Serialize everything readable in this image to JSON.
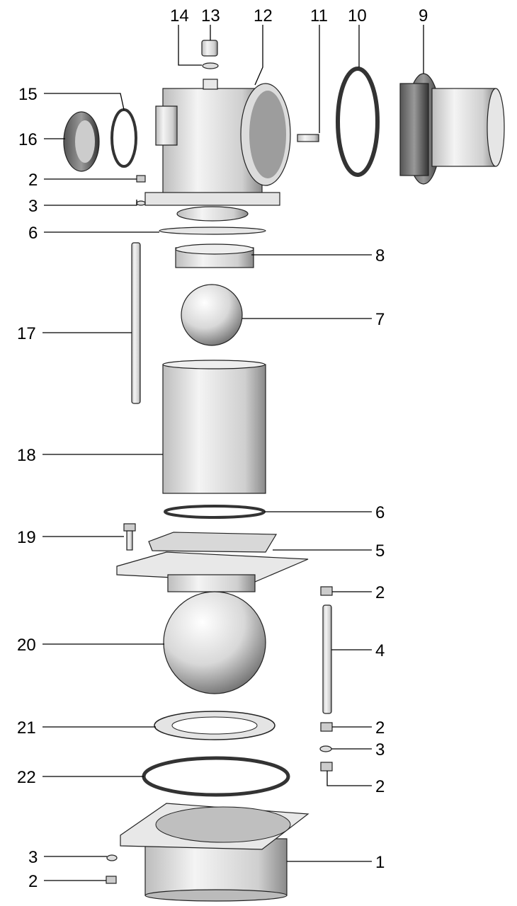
{
  "diagram": {
    "title": "Exploded view of valve assembly",
    "callouts": [
      "14",
      "13",
      "12",
      "11",
      "10",
      "9",
      "15",
      "16",
      "2",
      "3",
      "6",
      "8",
      "17",
      "7",
      "18",
      "6",
      "19",
      "5",
      "2",
      "20",
      "4",
      "21",
      "2",
      "3",
      "22",
      "2",
      "3",
      "1",
      "2"
    ]
  }
}
